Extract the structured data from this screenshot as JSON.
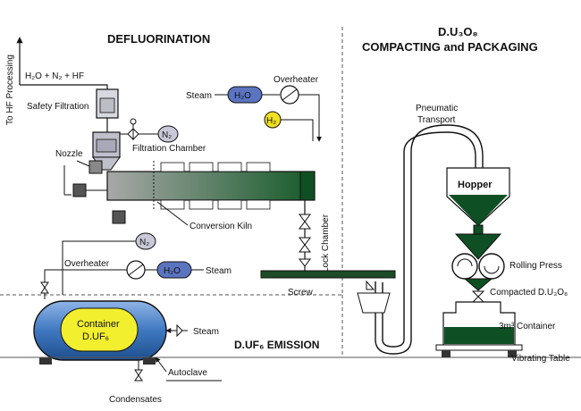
{
  "sections": {
    "defluorination": "DEFLUORINATION",
    "compacting_line1": "D.U₃O₈",
    "compacting_line2": "COMPACTING and PACKAGING",
    "emission": "D.UF₆ EMISSION"
  },
  "labels": {
    "to_hf": "To HF Processing",
    "gas_mix": "H₂O + N₂ + HF",
    "safety_filtration": "Safety Filtration",
    "filtration_chamber": "Filtration Chamber",
    "nozzle": "Nozzle",
    "steam_top": "Steam",
    "overheater_top": "Overheater",
    "conversion_kiln": "Conversion Kiln",
    "lock_chamber": "Lock Chamber",
    "screw": "Screw",
    "overheater_bottom": "Overheater",
    "steam_bottom": "Steam",
    "container_line1": "Container",
    "container_line2": "D.UF₆",
    "steam_autoclave": "Steam",
    "autoclave": "Autoclave",
    "condensates": "Condensates",
    "pneumatic_line1": "Pneumatic",
    "pneumatic_line2": "Transport",
    "hopper": "Hopper",
    "rolling_press": "Rolling Press",
    "compacted": "Compacted D.U₃O₈",
    "container_3m3": "3m³ Container",
    "vibrating_table": "Vibrating Table"
  },
  "badges": {
    "h2o_top": "H₂O",
    "h2": "H₂",
    "n2_top": "N₂",
    "n2_mid": "N₂",
    "h2o_bottom": "H₂O"
  },
  "colors": {
    "h2o_badge": "#5b74c0",
    "h2_badge": "#f0e020",
    "n2_badge": "#c8c8d8",
    "kiln_start": "#a8a8a8",
    "kiln_end": "#145a28",
    "container_fill": "#f2ef2e",
    "vessel_fill": "#3f78c0",
    "hopper_fill": "#0f4f24"
  }
}
